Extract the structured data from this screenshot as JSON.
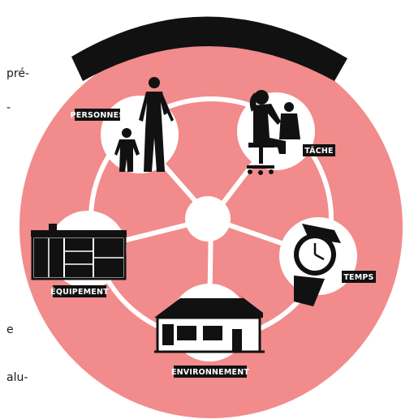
{
  "banner": {
    "title": "PRATIQUES ORGANISATIONNELLES"
  },
  "nodes": {
    "personnes": {
      "label": "PERSONNES"
    },
    "tache": {
      "label": "TÂCHE"
    },
    "equipement": {
      "label": "ÉQUIPEMENT"
    },
    "temps": {
      "label": "TEMPS"
    },
    "environnement": {
      "label": "ENVIRONNEMENT"
    }
  },
  "side_text": {
    "frag_1": "pré-",
    "frag_2": "-",
    "frag_3": "e",
    "frag_4": "alu-"
  },
  "colors": {
    "disc": "#f28b8b",
    "ring": "#ffffff",
    "ink": "#111111",
    "banner": "#111111"
  }
}
